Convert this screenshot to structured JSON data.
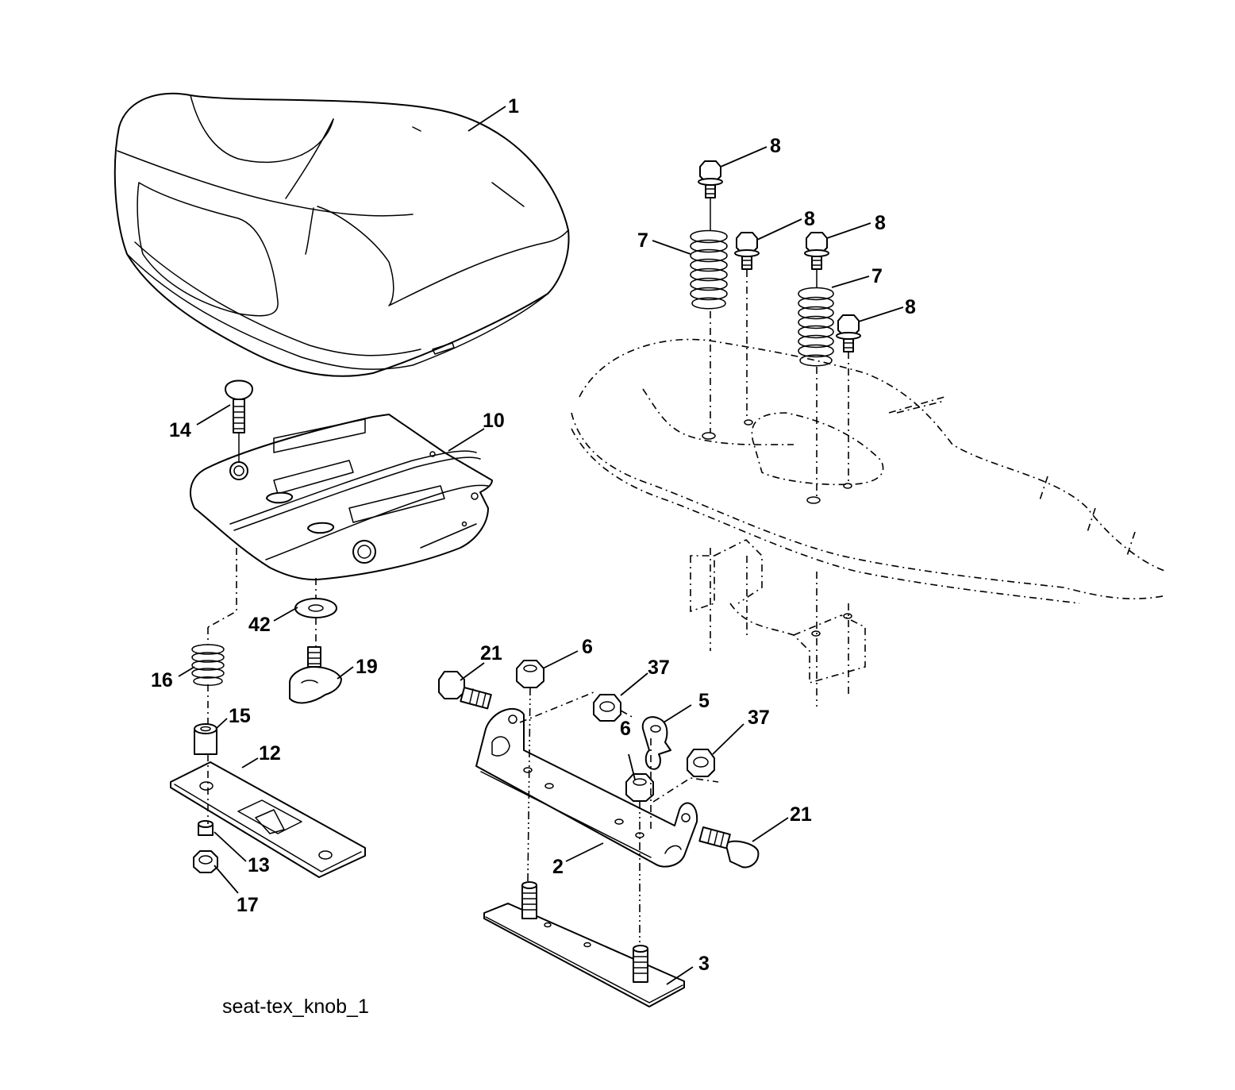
{
  "diagram": {
    "caption": "seat-tex_knob_1",
    "callouts": {
      "c1": "1",
      "c8a": "8",
      "c8b": "8",
      "c8c": "8",
      "c8d": "8",
      "c7a": "7",
      "c7b": "7",
      "c14": "14",
      "c10": "10",
      "c42": "42",
      "c19": "19",
      "c16": "16",
      "c15": "15",
      "c12": "12",
      "c13": "13",
      "c17": "17",
      "c21a": "21",
      "c21b": "21",
      "c6a": "6",
      "c6b": "6",
      "c37a": "37",
      "c37b": "37",
      "c5": "5",
      "c2": "2",
      "c3": "3"
    }
  }
}
